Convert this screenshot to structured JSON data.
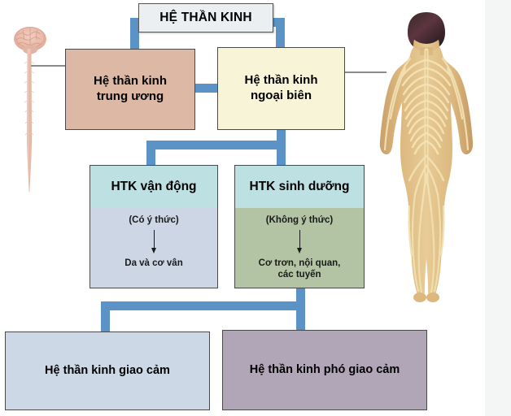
{
  "diagram": {
    "title_box": {
      "label": "HỆ THẦN KINH"
    },
    "level2": [
      {
        "id": "cns",
        "label": "Hệ thần kinh\ntrung ương",
        "line1": "Hệ thần kinh",
        "line2": "trung ương",
        "color": "#ddb8a4"
      },
      {
        "id": "pns",
        "label": "Hệ thần kinh\nngoại biên",
        "line1": "Hệ thần kinh",
        "line2": "ngoại biên",
        "color": "#f7f4d8"
      }
    ],
    "level3": [
      {
        "id": "somatic",
        "header": "HTK vận động",
        "note": "(Có ý thức)",
        "target_line1": "Da và cơ vân",
        "target_line2": "",
        "header_color": "#bde0e2",
        "body_color": "#ccd6e4"
      },
      {
        "id": "autonomic",
        "header": "HTK sinh dưỡng",
        "note": "(Không ý thức)",
        "target_line1": "Cơ trơn, nội quan,",
        "target_line2": "các tuyến",
        "header_color": "#bde0e2",
        "body_color": "#b2c4a4"
      }
    ],
    "level4": [
      {
        "id": "sympathetic",
        "label": "Hệ thần kinh giao cảm",
        "color": "#ccd8e6"
      },
      {
        "id": "parasympathetic",
        "label": "Hệ thần kinh phó giao cảm",
        "color": "#b1a5b8"
      }
    ],
    "illustrations": [
      {
        "id": "brain-spinal-cord",
        "name": "brain-spinal-cord-illustration",
        "alt": "Brain and spinal cord",
        "color": "#e7b8a8"
      },
      {
        "id": "human-body-nerves",
        "name": "human-body-nerves-illustration",
        "alt": "Human body back view with peripheral nerves",
        "color": "#d8b87a"
      }
    ],
    "connector_color": "#5b93c7",
    "pointer_color": "#8b8b8b"
  }
}
